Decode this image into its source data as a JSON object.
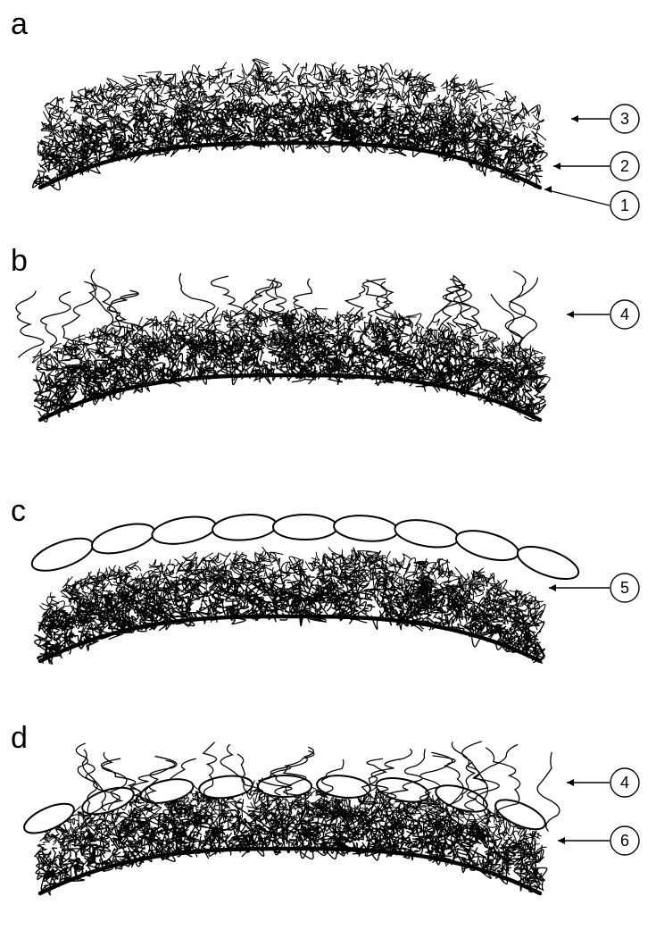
{
  "figure": {
    "panels": [
      {
        "letter": "a",
        "callouts": [
          "3",
          "2",
          "1"
        ],
        "layers": [
          "dense-bottom",
          "dense-top"
        ],
        "brushes": false,
        "particles": "none"
      },
      {
        "letter": "b",
        "callouts": [
          "4"
        ],
        "layers": [
          "dense-bottom"
        ],
        "brushes": true,
        "particles": "none"
      },
      {
        "letter": "c",
        "callouts": [
          "5"
        ],
        "layers": [
          "dense-bottom"
        ],
        "brushes": false,
        "particles": "top"
      },
      {
        "letter": "d",
        "callouts": [
          "4",
          "6"
        ],
        "layers": [
          "dense-bottom"
        ],
        "brushes": true,
        "particles": "embedded"
      }
    ],
    "colors": {
      "line": "#000000",
      "background": "#ffffff"
    }
  }
}
